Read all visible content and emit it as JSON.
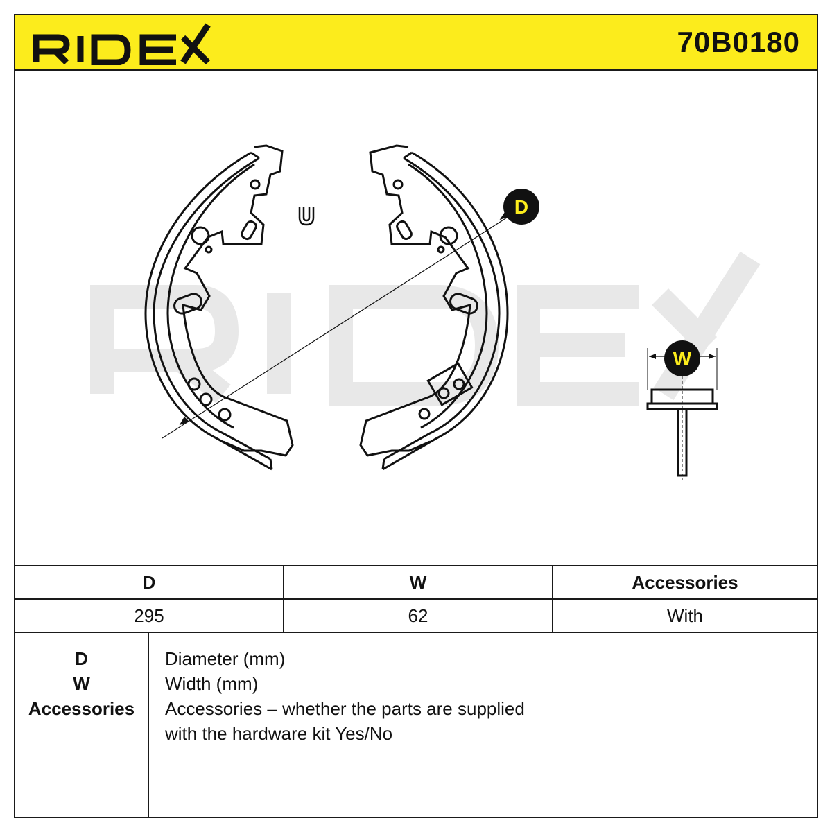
{
  "header": {
    "brand": "RIDEX",
    "part_number": "70B0180",
    "brand_color": "#fcec1c"
  },
  "drawing": {
    "watermark": "RIDEX",
    "label_d": "D",
    "label_w": "W",
    "clip_mark": "U"
  },
  "spec_table": {
    "headers": [
      "D",
      "W",
      "Accessories"
    ],
    "values": [
      "295",
      "62",
      "With"
    ]
  },
  "legend": {
    "keys": [
      "D",
      "W",
      "Accessories"
    ],
    "lines": [
      "Diameter (mm)",
      "Width (mm)",
      "Accessories – whether the parts are supplied",
      "with the hardware kit Yes/No"
    ]
  }
}
